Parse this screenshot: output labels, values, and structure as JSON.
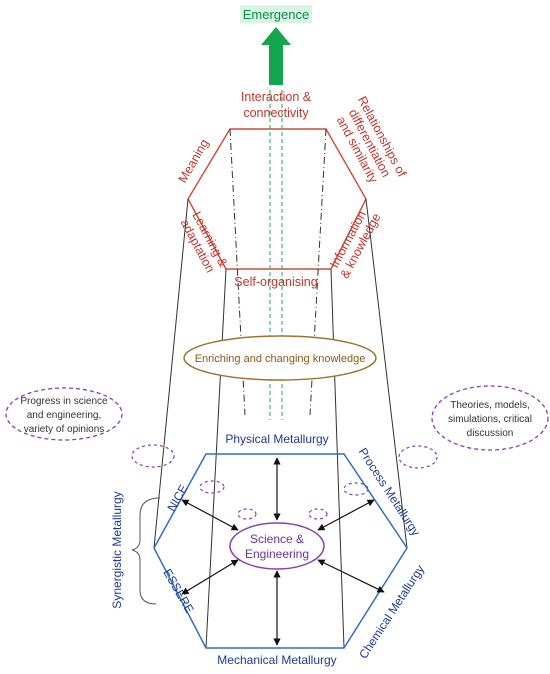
{
  "title": "Emergence",
  "top_hexagon": {
    "top": [
      "Interaction &",
      "connectivity"
    ],
    "upper_left": "Meaning",
    "upper_right": [
      "Relationships of",
      "differentiation",
      "and similarity"
    ],
    "lower_left": [
      "Learning &",
      "adaptation"
    ],
    "lower_right": [
      "Information",
      "& knowledge"
    ],
    "bottom": "Self-organising"
  },
  "middle_ellipse": "Enriching and changing knowledge",
  "left_note": [
    "Progress in science",
    "and engineering,",
    "variety of opinions"
  ],
  "right_note": [
    "Theories, models,",
    "simulations, critical",
    "discussion"
  ],
  "bottom_hexagon": {
    "top": "Physical Metallurgy",
    "upper_right": "Process Metallurgy",
    "lower_right": "Chemical Metallurgy",
    "bottom": "Mechanical Metallurgy",
    "upper_left": "NICE",
    "lower_left": "ESSERE"
  },
  "center": [
    "Science &",
    "Engineering"
  ],
  "side_label": "Synergistic Metallurgy",
  "colors": {
    "red": "#c0362c",
    "blue": "#1f5fb8",
    "green": "#0a9f4a",
    "purple": "#7030a0",
    "brown": "#8a5a1a"
  }
}
